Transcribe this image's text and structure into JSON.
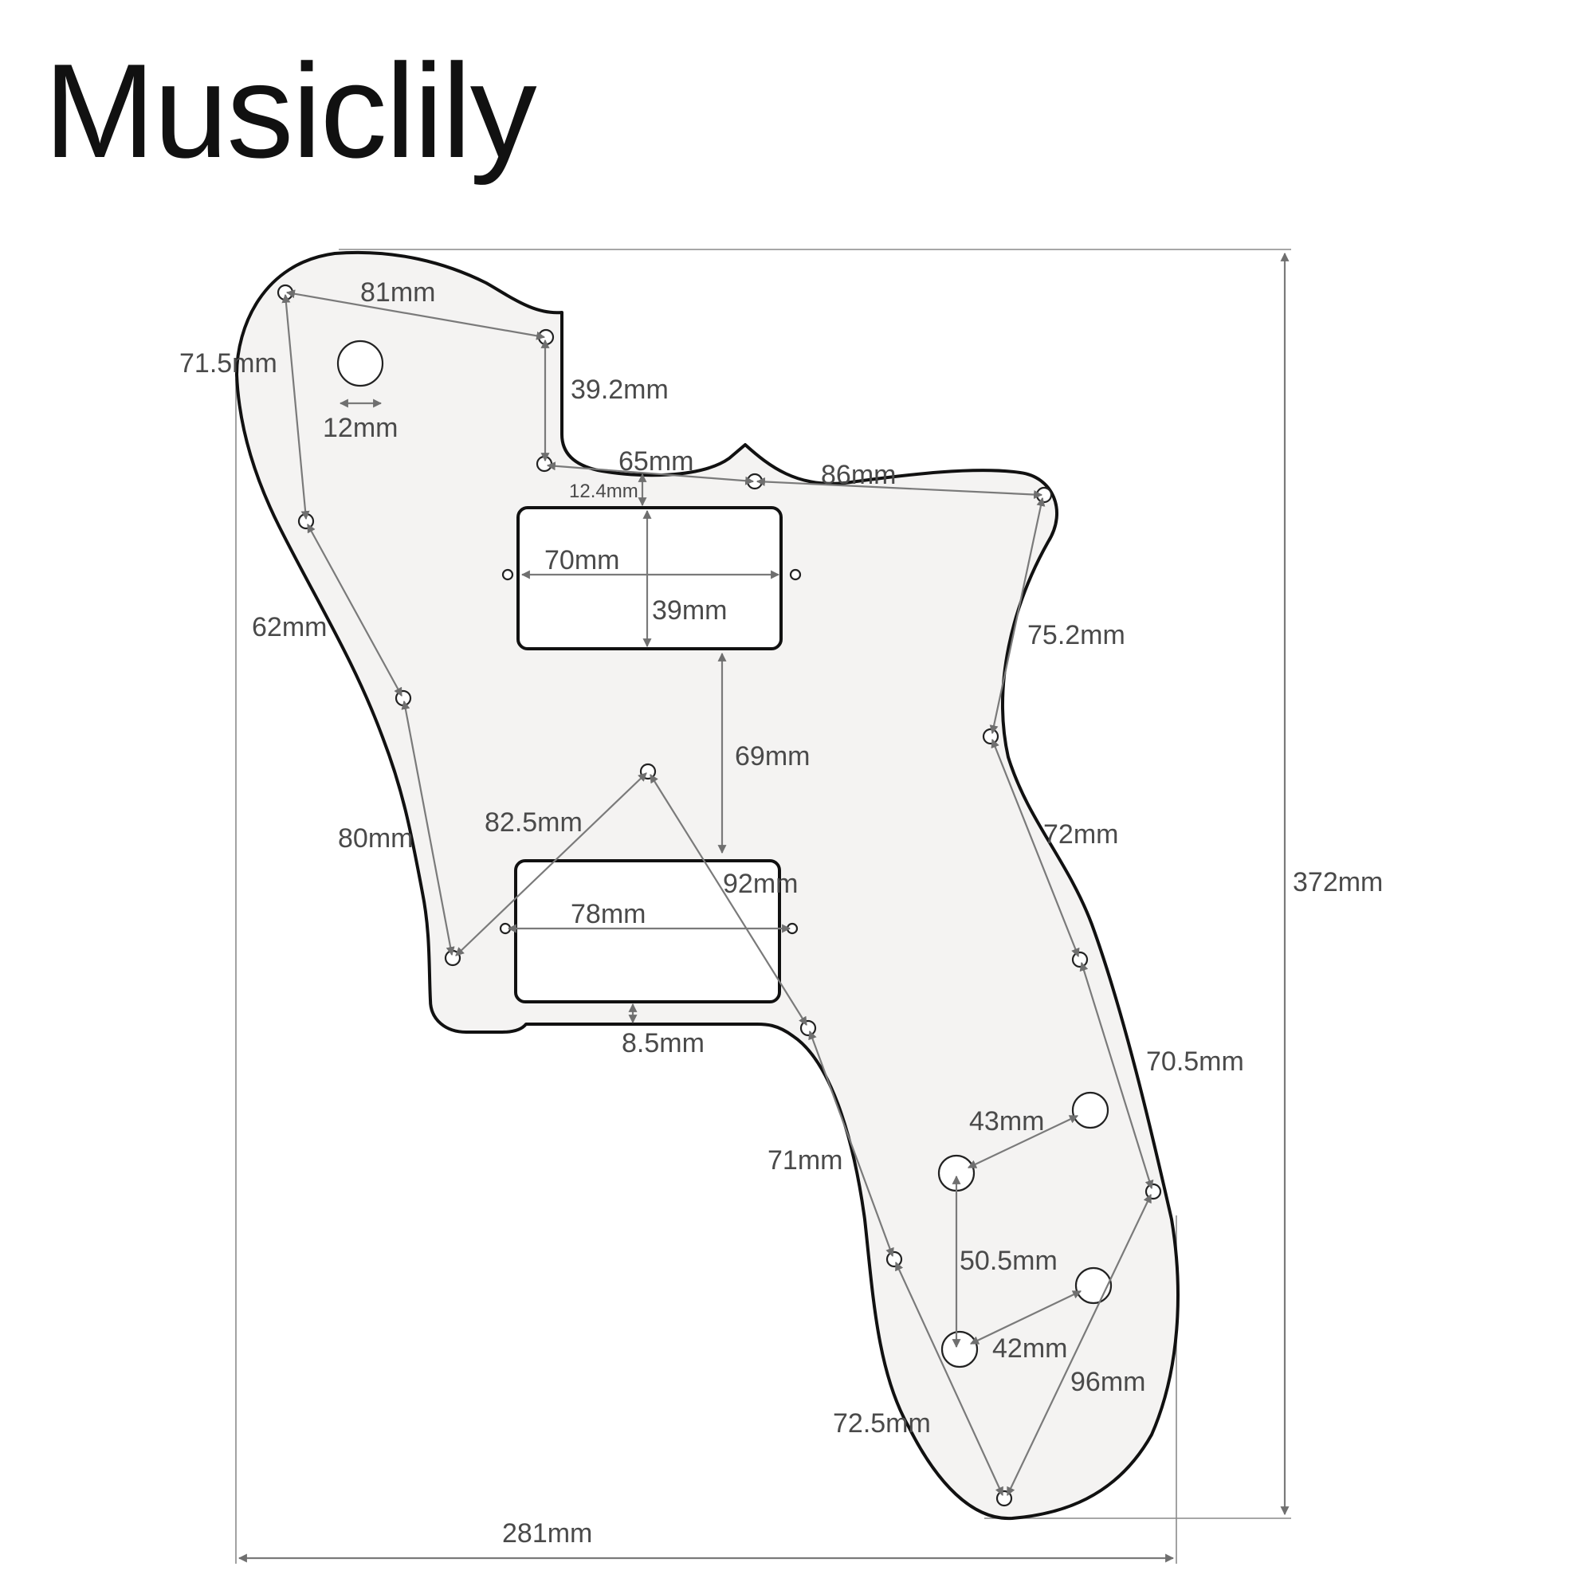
{
  "brand": "Musiclily",
  "dimensions": {
    "overall_height": "372mm",
    "overall_width": "281mm",
    "screw_top_left_to_top_mid": "81mm",
    "screw_top_left_down": "71.5mm",
    "jack_hole_diameter": "12mm",
    "top_notch_height": "39.2mm",
    "top_edge_65": "65mm",
    "top_edge_86": "86mm",
    "pickup_offset_top": "12.4mm",
    "neck_pickup_width": "70mm",
    "neck_pickup_height": "39mm",
    "pickup_spacing": "69mm",
    "left_62": "62mm",
    "left_80": "80mm",
    "center_82_5": "82.5mm",
    "center_92": "92mm",
    "bridge_pickup_width": "78mm",
    "pickup_offset_bottom": "8.5mm",
    "right_75_2": "75.2mm",
    "right_72": "72mm",
    "right_70_5": "70.5mm",
    "lower_71": "71mm",
    "lower_72_5": "72.5mm",
    "lower_96": "96mm",
    "control_43": "43mm",
    "control_50_5": "50.5mm",
    "control_42": "42mm"
  }
}
